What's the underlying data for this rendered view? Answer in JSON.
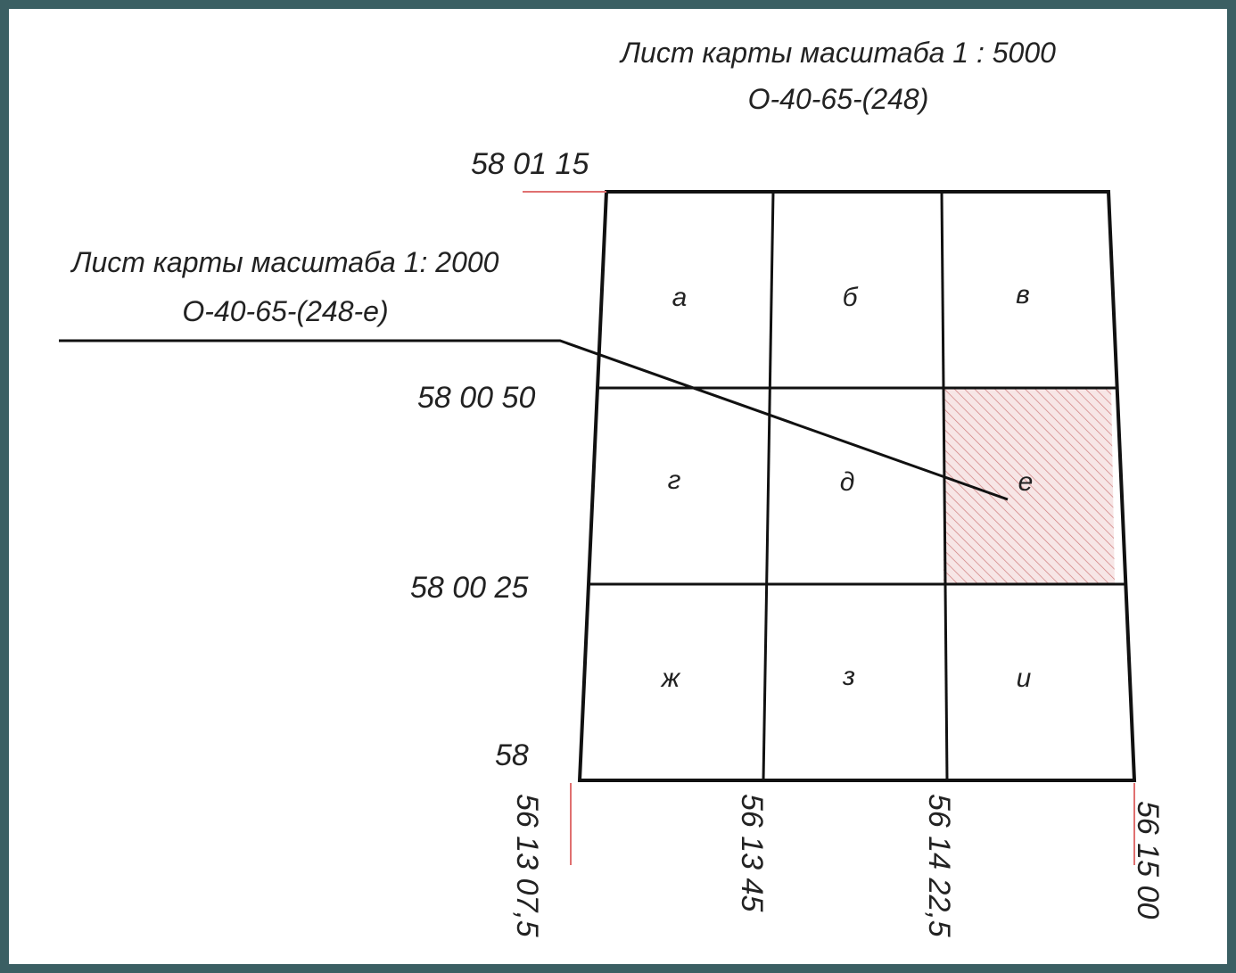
{
  "title_5000": {
    "line1": "Лист карты масштаба 1 : 5000",
    "line2": "О-40-65-(248)"
  },
  "title_2000": {
    "line1": "Лист карты масштаба 1: 2000",
    "line2": "О-40-65-(248-е)"
  },
  "latitudes": {
    "lat1": "58 01 15",
    "lat2": "58 00 50",
    "lat3": "58 00 25",
    "lat4": "58"
  },
  "longitudes": {
    "lon1": "56 13 07,5",
    "lon2": "56 13 45",
    "lon3": "56 14 22,5",
    "lon4": "56 15 00"
  },
  "cells": [
    "а",
    "б",
    "в",
    "г",
    "д",
    "е",
    "ж",
    "з",
    "и"
  ],
  "highlighted_cell": "е",
  "colors": {
    "hatch": "#d08080",
    "hatch_fill": "#f7e6e6",
    "accent_tick": "#e07070",
    "frame_bg": "#3b5f63"
  }
}
